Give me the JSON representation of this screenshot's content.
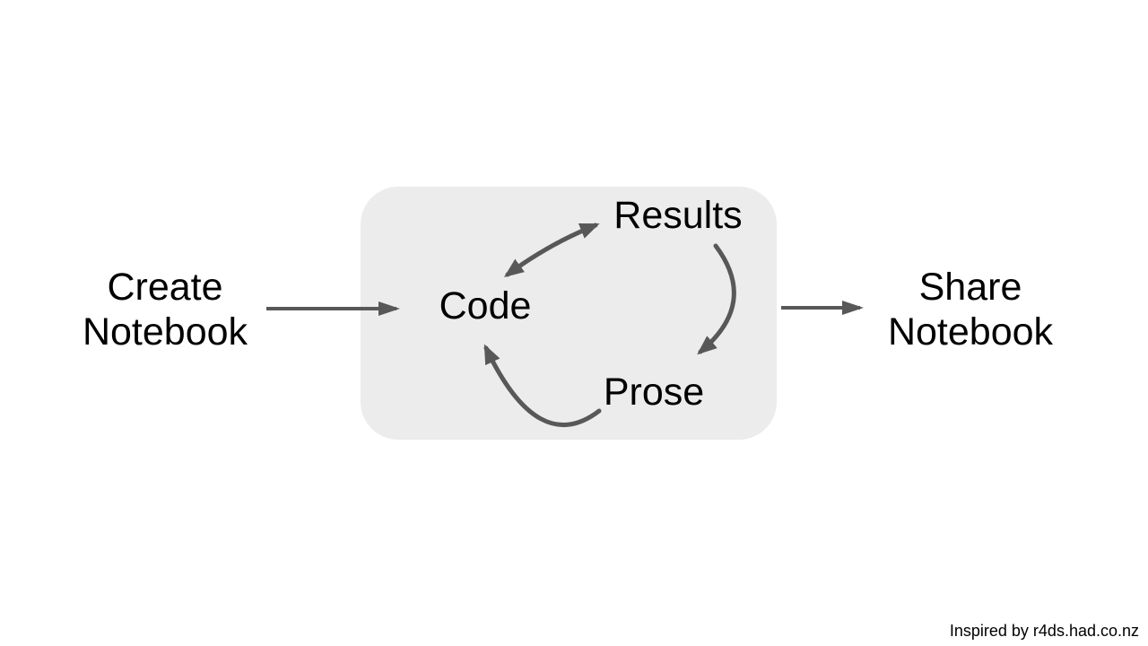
{
  "colors": {
    "background": "#ffffff",
    "box_fill": "#ececec",
    "arrow": "#585858",
    "text": "#000000"
  },
  "labels": {
    "create_notebook": {
      "line1": "Create",
      "line2": "Notebook"
    },
    "share_notebook": {
      "line1": "Share",
      "line2": "Notebook"
    }
  },
  "cycle": {
    "code": "Code",
    "results": "Results",
    "prose": "Prose"
  },
  "attribution": "Inspired by r4ds.had.co.nz"
}
